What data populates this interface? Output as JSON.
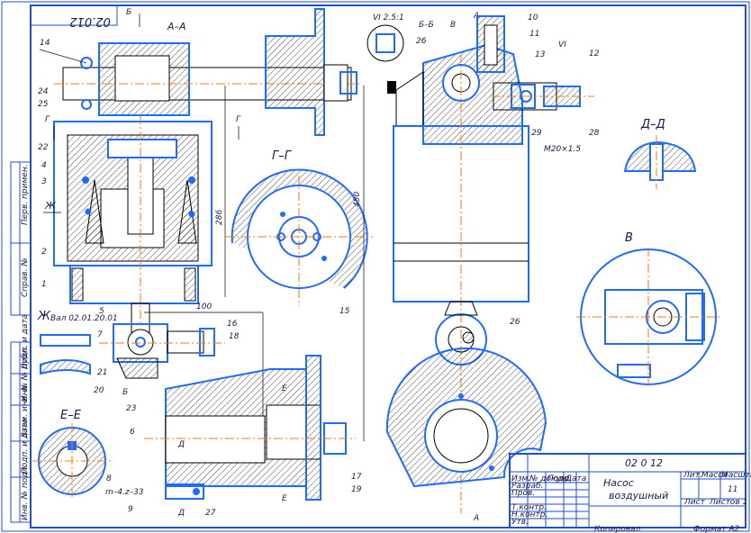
{
  "drawing": {
    "code_rotated": "02.012",
    "section_labels": {
      "aa": "А–А",
      "bb": "Б–Б",
      "gg": "Г–Г",
      "dd": "Д–Д",
      "ee": "Е–Е",
      "v": "В",
      "zh_view": "Ж",
      "zh_note": "Вал 02.01.20.01",
      "detail": "VI 2.5:1"
    },
    "cut_marks": {
      "b": "Б",
      "g": "Г",
      "e": "Е",
      "d": "Д",
      "zh": "Ж",
      "a": "А",
      "v": "В"
    },
    "balloons": [
      "1",
      "2",
      "3",
      "4",
      "5",
      "6",
      "7",
      "8",
      "9",
      "10",
      "11",
      "12",
      "13",
      "14",
      "15",
      "16",
      "17",
      "18",
      "19",
      "20",
      "21",
      "22",
      "23",
      "24",
      "25",
      "26",
      "27",
      "28",
      "29",
      "26"
    ],
    "dimensions": {
      "d286": "286",
      "d100": "100",
      "d450": "450",
      "m20": "M20×1.5",
      "spline": "m–4.z–33",
      "v1": "VI"
    },
    "title_block": {
      "code": "02 0 12",
      "name_line1": "Насос",
      "name_line2": "воздушный",
      "col_lit": "Лит.",
      "col_mass": "Масса",
      "col_scale": "Масштаб",
      "sheet_val": "11",
      "sheet": "Лист",
      "sheets": "Листов 1",
      "rows": [
        "Изм.",
        "Разраб.",
        "Пров.",
        "Т.контр.",
        "Н.контр.",
        "Утв."
      ],
      "cols": [
        "№ докум.",
        "Подп.",
        "Дата"
      ],
      "copied": "Копировал",
      "format": "Формат А2"
    },
    "side_stamps": [
      "Перв. примен.",
      "Справ. №",
      "Подп. и дата",
      "Инв. № дубл.",
      "Взам. инв. №",
      "Подп. и дата",
      "Инв. № подл."
    ]
  }
}
